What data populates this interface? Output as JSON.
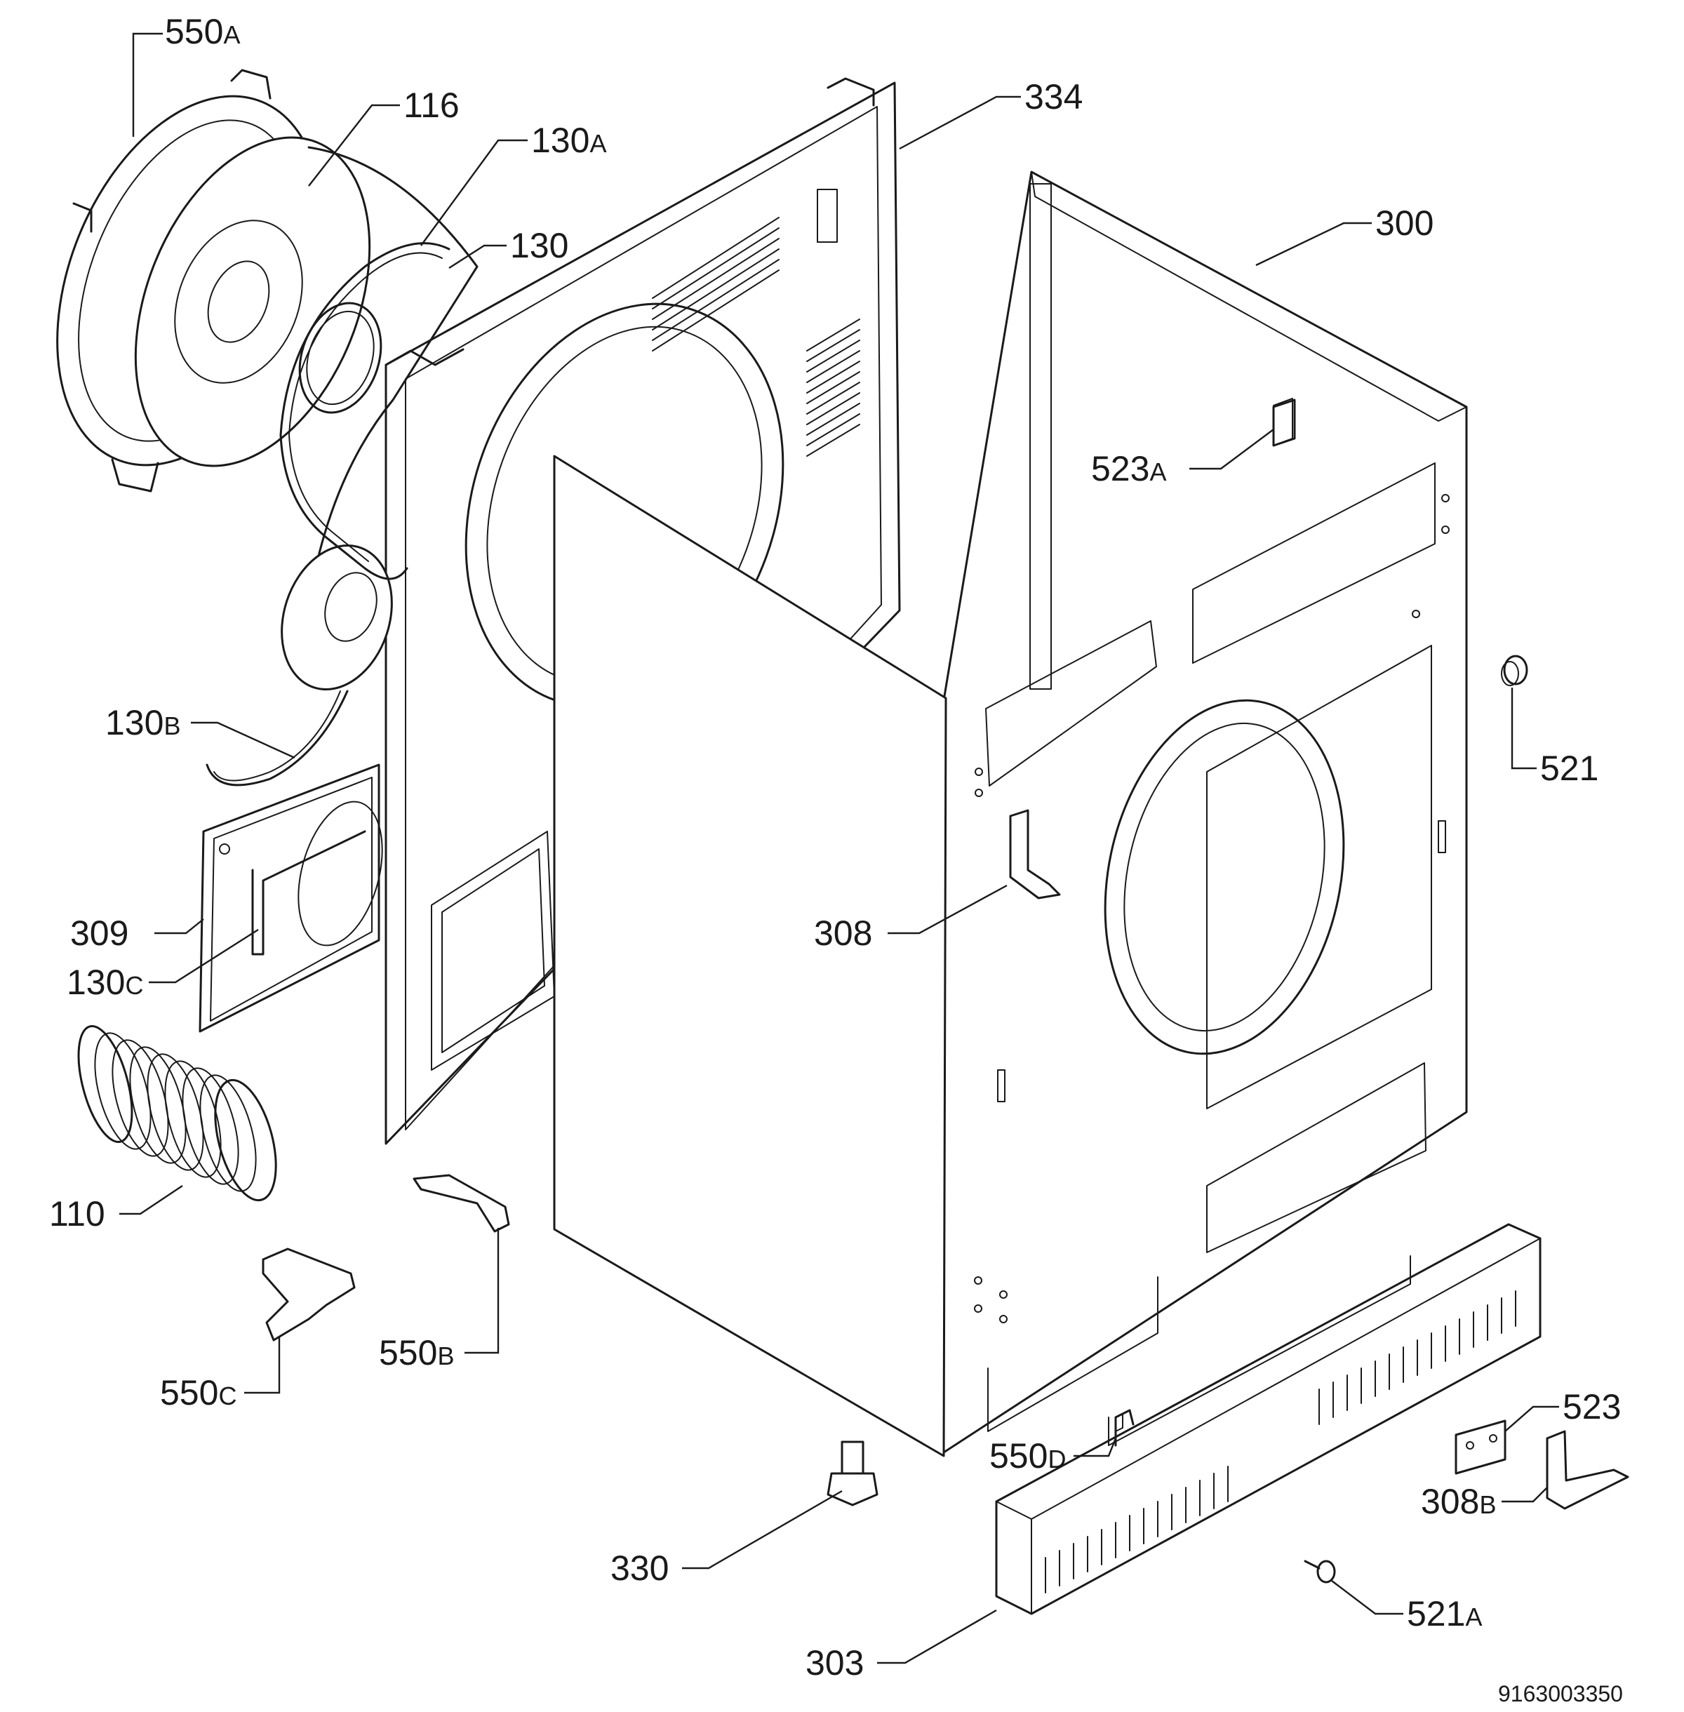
{
  "doc_number": "9163003350",
  "callouts": [
    {
      "id": "550a",
      "main": "550",
      "suffix": "A"
    },
    {
      "id": "116",
      "main": "116",
      "suffix": ""
    },
    {
      "id": "130a",
      "main": "130",
      "suffix": "A"
    },
    {
      "id": "130",
      "main": "130",
      "suffix": ""
    },
    {
      "id": "334",
      "main": "334",
      "suffix": ""
    },
    {
      "id": "300",
      "main": "300",
      "suffix": ""
    },
    {
      "id": "523a",
      "main": "523",
      "suffix": "A"
    },
    {
      "id": "521",
      "main": "521",
      "suffix": ""
    },
    {
      "id": "130b",
      "main": "130",
      "suffix": "B"
    },
    {
      "id": "308",
      "main": "308",
      "suffix": ""
    },
    {
      "id": "309",
      "main": "309",
      "suffix": ""
    },
    {
      "id": "130c",
      "main": "130",
      "suffix": "C"
    },
    {
      "id": "110",
      "main": "110",
      "suffix": ""
    },
    {
      "id": "550b",
      "main": "550",
      "suffix": "B"
    },
    {
      "id": "550c",
      "main": "550",
      "suffix": "C"
    },
    {
      "id": "523",
      "main": "523",
      "suffix": ""
    },
    {
      "id": "550d",
      "main": "550",
      "suffix": "D"
    },
    {
      "id": "308b",
      "main": "308",
      "suffix": "B"
    },
    {
      "id": "330",
      "main": "330",
      "suffix": ""
    },
    {
      "id": "521a",
      "main": "521",
      "suffix": "A"
    },
    {
      "id": "303",
      "main": "303",
      "suffix": ""
    }
  ]
}
